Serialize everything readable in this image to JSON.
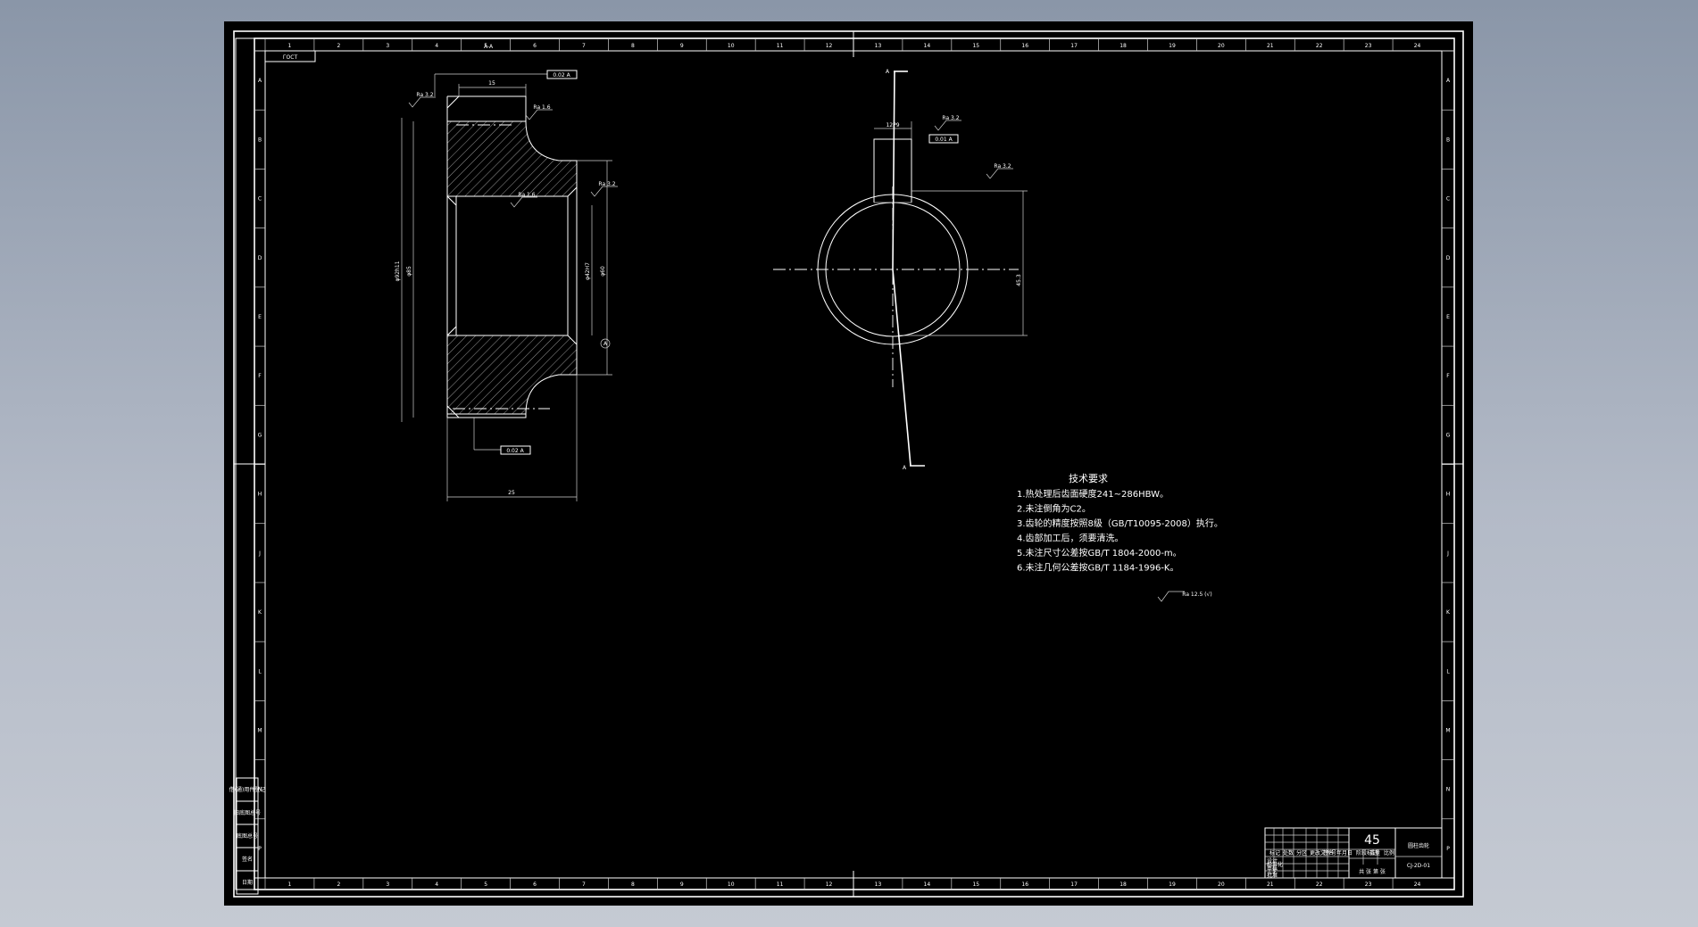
{
  "drawing": {
    "background_color": "#000000",
    "line_color": "#ffffff",
    "grid_columns": [
      "1",
      "2",
      "3",
      "4",
      "5",
      "6",
      "7",
      "8",
      "9",
      "10",
      "11",
      "12",
      "13",
      "14",
      "15",
      "16",
      "17",
      "18",
      "19",
      "20",
      "21",
      "22",
      "23",
      "24"
    ],
    "grid_rows": [
      "A",
      "B",
      "C",
      "D",
      "E",
      "F",
      "G",
      "H",
      "J",
      "K",
      "L",
      "M",
      "N",
      "P"
    ],
    "drawing_code_box": "ГОСТ",
    "section_label": "A-A",
    "left_view": {
      "dim_top_width": "15",
      "dim_bottom_width": "25",
      "dim_outer_diameter": "φ92h11",
      "dim_root_diameter": "φ85",
      "dim_bore": "φ42H7",
      "dim_hub": "φ60",
      "roughness_top": "Ra 3.2",
      "roughness_chamfer": "Ra 1.6",
      "roughness_bore": "Ra 1.6",
      "roughness_side": "Ra 3.2",
      "tolerance_top": "0.02 A",
      "tolerance_bottom": "0.02 A",
      "datum": "A"
    },
    "right_view": {
      "keyway_width": "12P9",
      "keyway_depth": "45.3",
      "tolerance": "0.01 A",
      "roughness": "Ra 3.2",
      "section_mark": "A"
    },
    "technical_requirements": {
      "title": "技术要求",
      "items": [
        "1.热处理后齿面硬度241~286HBW。",
        "2.未注倒角为C2。",
        "3.齿轮的精度按照8级（GB/T10095-2008）执行。",
        "4.齿部加工后，须要清洗。",
        "5.未注尺寸公差按GB/T 1804-2000-m。",
        "6.未注几何公差按GB/T 1184-1996-K。"
      ],
      "roughness_note": "Ra 12.5 (√)"
    },
    "title_block": {
      "material": "45",
      "part_name": "圆柱齿轮",
      "drawing_number": "CJ-2D-01",
      "labels": [
        "标记",
        "处数",
        "分区",
        "更改文件号",
        "签名",
        "年月日",
        "设计",
        "标准化",
        "审核",
        "工艺",
        "批准",
        "阶段标记",
        "重量",
        "比例",
        "共  张  第  张"
      ]
    },
    "left_side_stamps": [
      "借(通)用件登记",
      "旧底图总号",
      "底图总号",
      "签名",
      "日期"
    ]
  }
}
